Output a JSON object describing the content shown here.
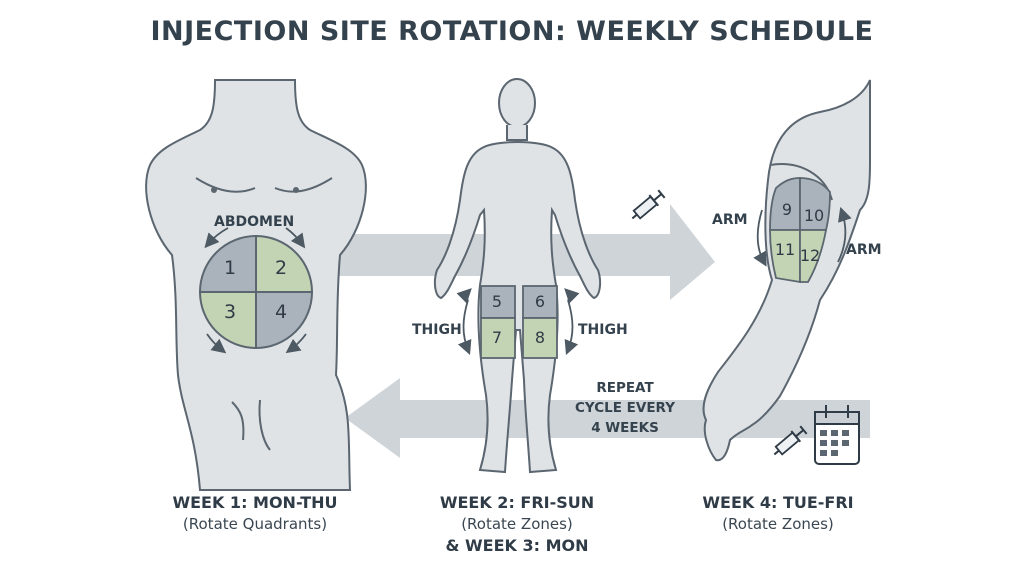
{
  "title": "INJECTION SITE ROTATION: WEEKLY SCHEDULE",
  "labels": {
    "abdomen": "ABDOMEN",
    "thigh_left": "THIGH",
    "thigh_right": "THIGH",
    "arm_left": "ARM",
    "arm_right": "ARM"
  },
  "zones": [
    "1",
    "2",
    "3",
    "4",
    "5",
    "6",
    "7",
    "8",
    "9",
    "10",
    "11",
    "12"
  ],
  "repeat": {
    "line1": "REPEAT",
    "line2": "CYCLE EVERY",
    "line3": "4 WEEKS"
  },
  "captions": {
    "week1": {
      "title": "WEEK 1: MON-THU",
      "sub": "(Rotate Quadrants)"
    },
    "week2": {
      "title": "WEEK 2: FRI-SUN",
      "sub": "(Rotate Zones)",
      "extra": "& WEEK 3: MON"
    },
    "week4": {
      "title": "WEEK 4: TUE-FRI",
      "sub": "(Rotate Zones)"
    }
  },
  "icons": [
    "syringe-icon",
    "calendar-icon",
    "rotate-arrow-icon"
  ],
  "colors": {
    "body_fill": "#dfe3e6",
    "outline": "#5b6670",
    "zone_gray": "#aab3bb",
    "zone_green": "#c3d4b4",
    "arrow": "#c9cfd5"
  }
}
